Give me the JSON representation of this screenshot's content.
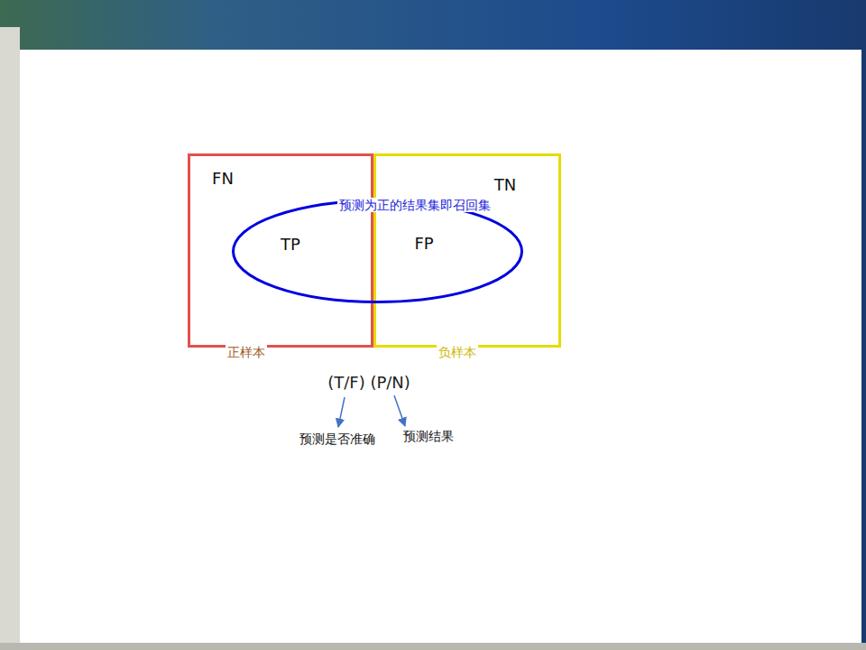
{
  "diagram": {
    "nodes": [
      {
        "text": [
          "FN",
          "正样本"
        ]
      },
      {
        "text": [
          "TN",
          "负样本"
        ]
      },
      {
        "text": [
          "预测为正的结果集即召回集",
          "TP",
          "FP"
        ]
      }
    ],
    "labels": [
      "(T/F) (P/N)",
      "预测是否准确",
      "预测结果"
    ]
  }
}
